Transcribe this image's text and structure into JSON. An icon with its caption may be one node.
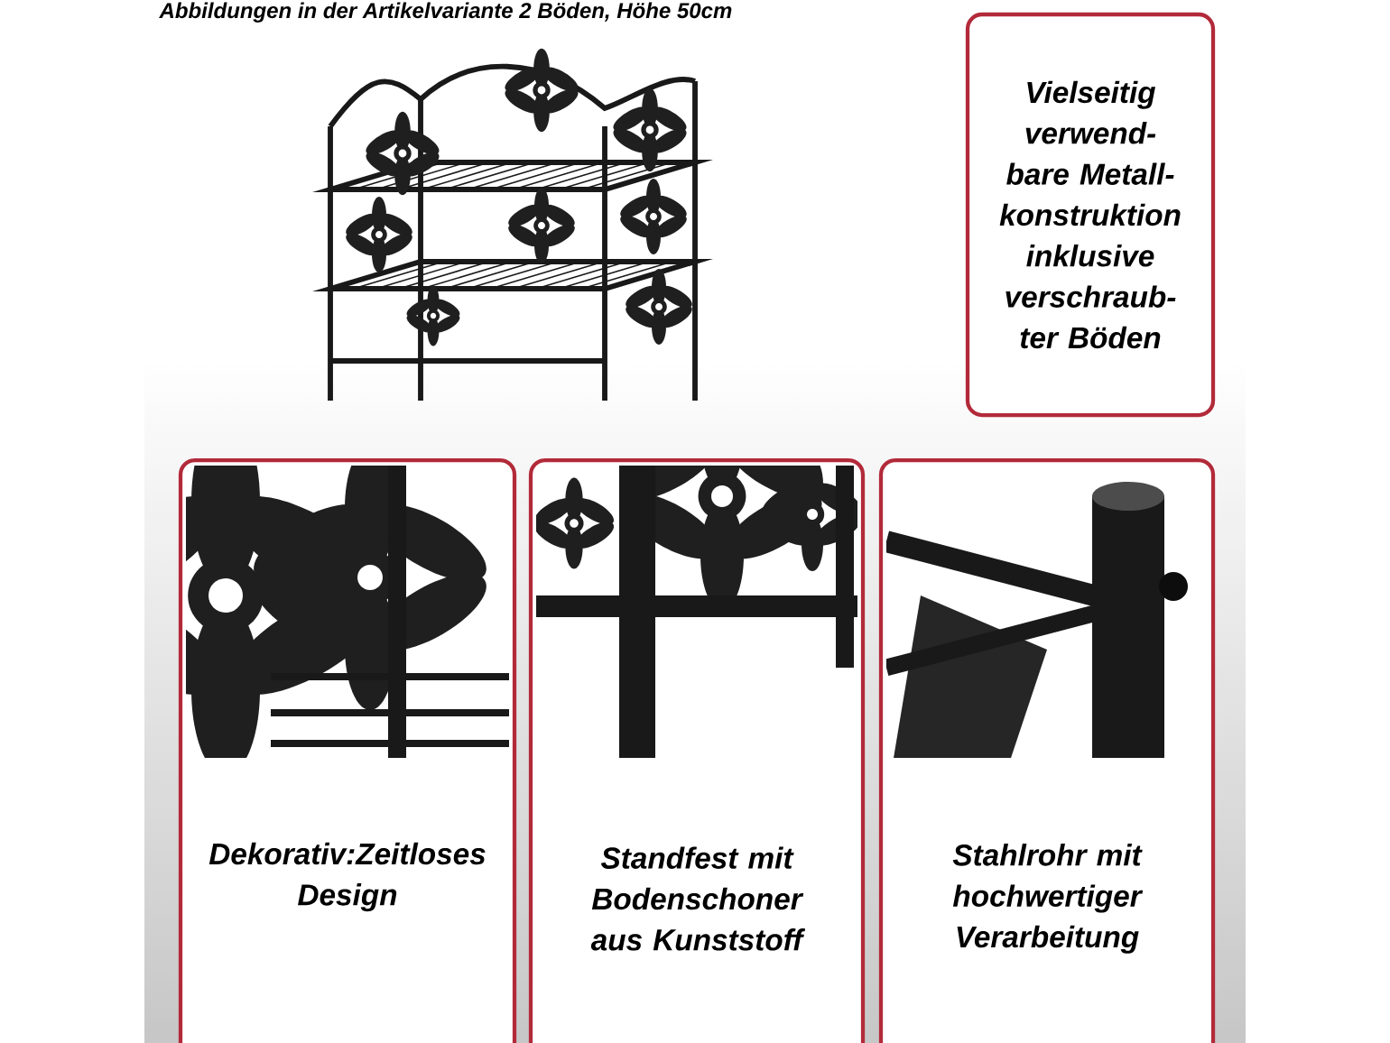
{
  "diagram": {
    "nodes": [
      {
        "text": [
          "Vielseitig verwend- bare Metall- konstruktion inklusive verschraub- ter Böden"
        ]
      },
      {
        "text": [
          "Dekorativ:Zeitloses Design"
        ]
      },
      {
        "text": [
          "Standfest mit Bodenschoner aus Kunststoff"
        ]
      },
      {
        "text": [
          "Stahlrohr mit hochwertiger Verarbeitung"
        ]
      }
    ],
    "labels": [
      "Abbildungen in der Artikelvariante 2 Böden, Höhe 50cm"
    ]
  }
}
